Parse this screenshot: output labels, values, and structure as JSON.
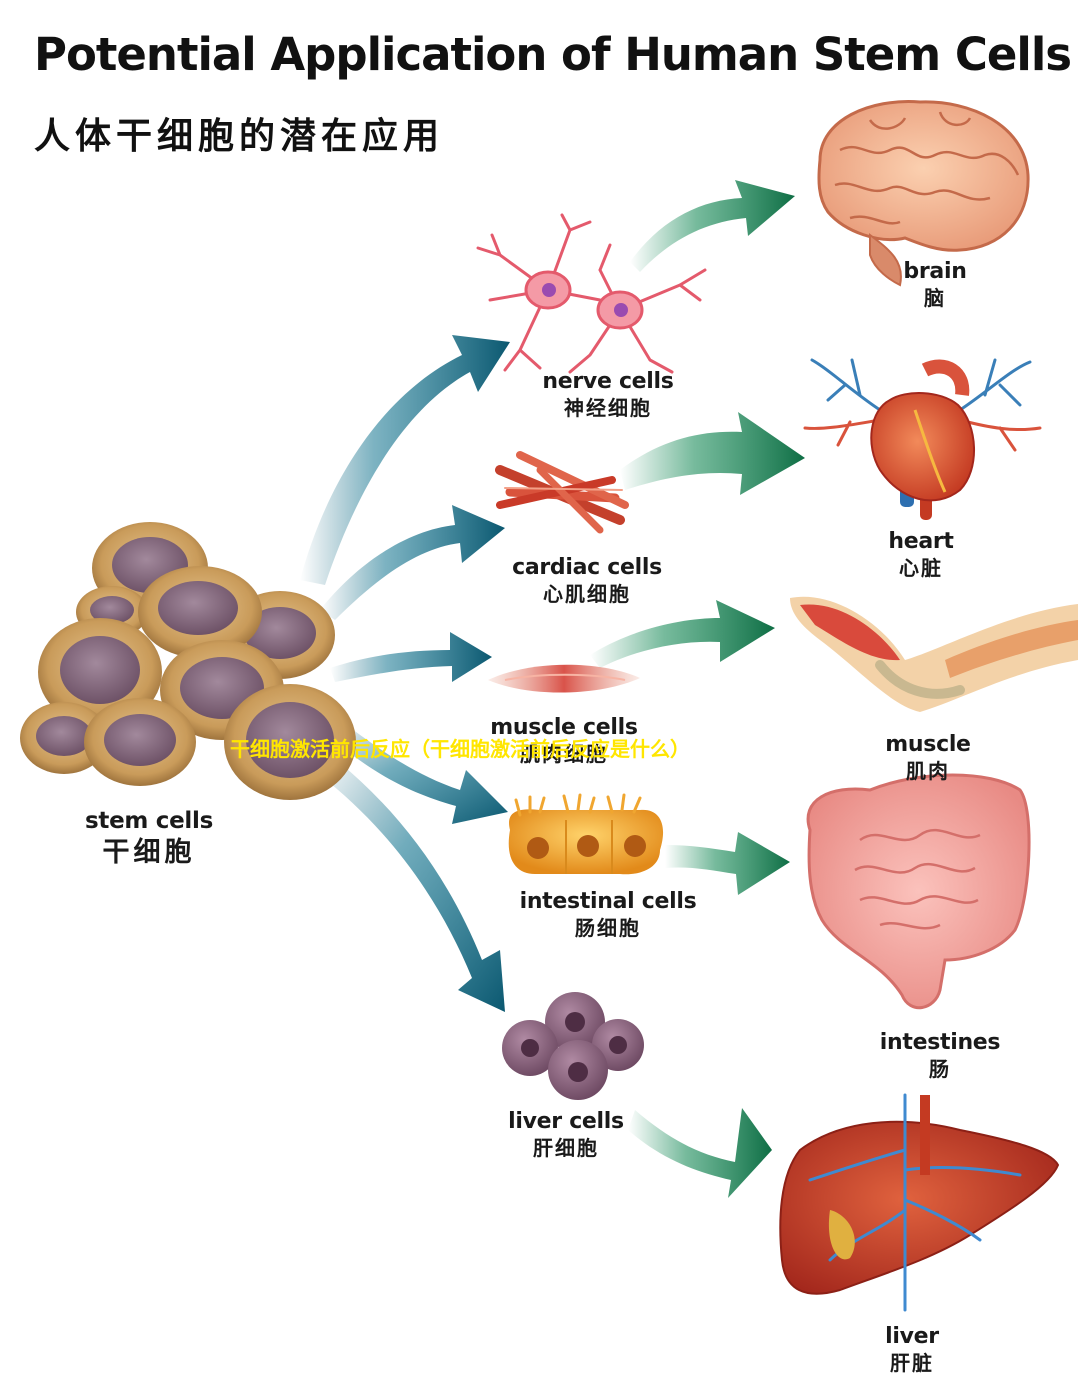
{
  "title": "Potential Application of Human Stem Cells",
  "subtitle": "人体干细胞的潜在应用",
  "overlay_caption": "干细胞激活前后反应（干细胞激活前后反应是什么）",
  "source": {
    "en": "stem cells",
    "zh": "干细胞"
  },
  "cells": [
    {
      "en": "nerve cells",
      "zh": "神经细胞"
    },
    {
      "en": "cardiac cells",
      "zh": "心肌细胞"
    },
    {
      "en": "muscle cells",
      "zh": "肌肉细胞"
    },
    {
      "en": "intestinal cells",
      "zh": "肠细胞"
    },
    {
      "en": "liver cells",
      "zh": "肝细胞"
    }
  ],
  "organs": [
    {
      "en": "brain",
      "zh": "脑"
    },
    {
      "en": "heart",
      "zh": "心脏"
    },
    {
      "en": "muscle",
      "zh": "肌肉"
    },
    {
      "en": "intestines",
      "zh": "肠"
    },
    {
      "en": "liver",
      "zh": "肝脏"
    }
  ],
  "colors": {
    "arrow_to_cells": "#0e5f78",
    "arrow_to_organs": "#137a4c",
    "overlay_text": "#ffe600"
  }
}
